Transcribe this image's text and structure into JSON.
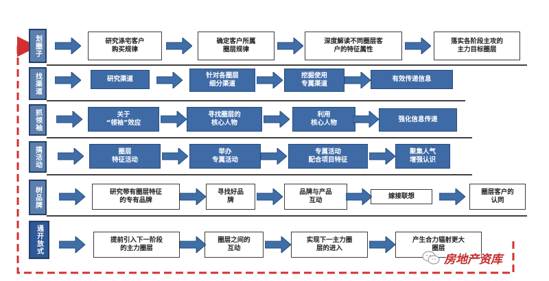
{
  "stages": [
    {
      "label": "划圈子",
      "style": "white",
      "steps": [
        "研究涤宅客户\n购买规律",
        "确定客户所属\n圈层规律",
        "深度解读不同圈层客\n户的特征属性",
        "落实各阶段主攻的\n主力目标圈层"
      ]
    },
    {
      "label": "找渠道",
      "style": "blue",
      "steps": [
        "研究渠道",
        "针对各圈层\n细分渠道",
        "挖掘使用\n专属渠道",
        "有效传递信息"
      ]
    },
    {
      "label": "抓领袖",
      "style": "blue",
      "steps": [
        "关于\n“领袖”效应",
        "寻找圈层的\n核心人物",
        "利用\n核心人物",
        "强化信息传递"
      ]
    },
    {
      "label": "搞活动",
      "style": "blue",
      "steps": [
        "圈层\n特征活动",
        "举办\n专属活动",
        "专属活动\n配合项目特征",
        "聚集人气\n增强认识"
      ]
    },
    {
      "label": "树品牌",
      "style": "white",
      "steps": [
        "研究带有圈层特征\n的专有品牌",
        "寻找好品\n牌",
        "品牌与产品\n互动",
        "嫁接联想",
        "圈层客户的\n认同"
      ]
    },
    {
      "label": "通开放式",
      "style": "white",
      "steps": [
        "提前引入下一阶段\n的主力圈层",
        "圈层之间的\n互动",
        "实现下一主力圈\n层的进入",
        "产生合力辐射更大\n圈层"
      ]
    }
  ],
  "watermark": {
    "text": "房地产资库",
    "icon": "wechat-icon"
  },
  "colors": {
    "tab_fill": "#5b7fae",
    "step_blue": "#3e6aa6",
    "arrow_blue": "#3f6ea8",
    "loop_red": "#d32f2f"
  }
}
